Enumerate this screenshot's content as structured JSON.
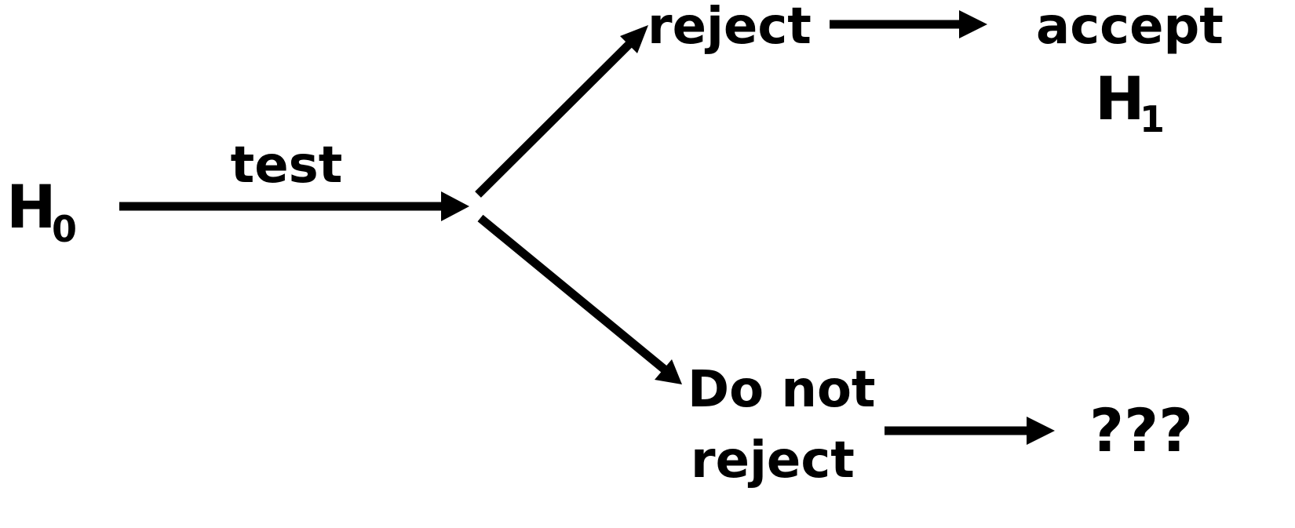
{
  "nodes": {
    "null_hypothesis": {
      "letter": "H",
      "subscript": "0"
    },
    "reject": {
      "label": "reject"
    },
    "accept": {
      "label": "accept",
      "letter": "H",
      "subscript": "1"
    },
    "do_not_reject": {
      "line1": "Do not",
      "line2": "reject"
    },
    "unknown": {
      "label": "???"
    }
  },
  "edges": {
    "test": {
      "label": "test"
    }
  }
}
